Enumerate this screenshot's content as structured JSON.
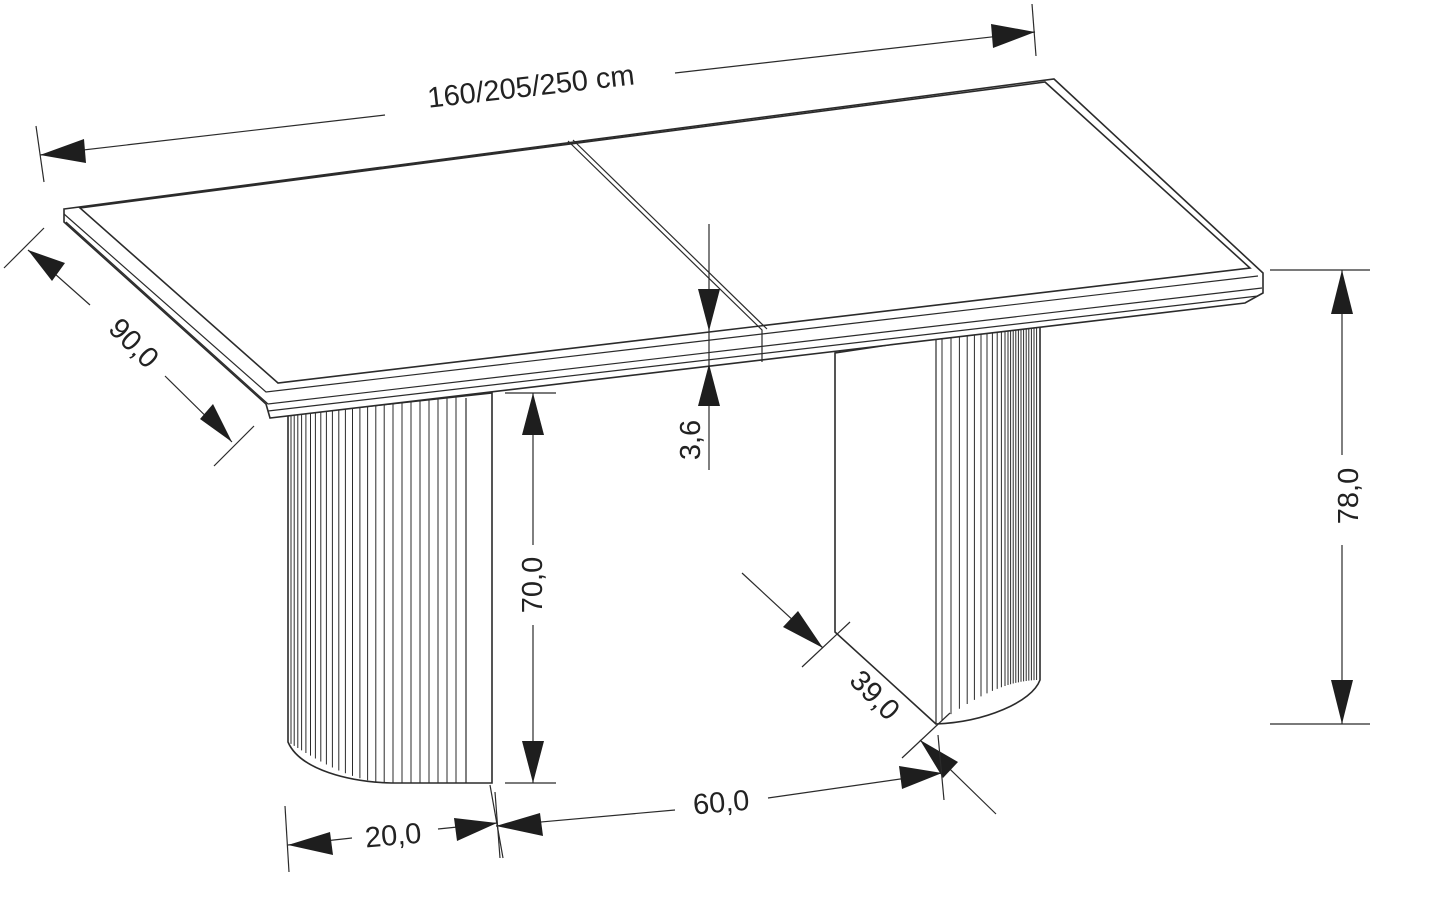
{
  "drawing": {
    "subject": "extendable dining table",
    "dimensions": {
      "length": "160/205/250 cm",
      "depth": "90,0",
      "height_total": "78,0",
      "top_thickness": "3,6",
      "leg_height": "70,0",
      "leg_width": "20,0",
      "leg_spacing": "60,0",
      "leg_depth": "39,0"
    },
    "colors": {
      "line": "#2b2b2b",
      "arrow": "#1e1e1e",
      "background": "#ffffff"
    }
  }
}
